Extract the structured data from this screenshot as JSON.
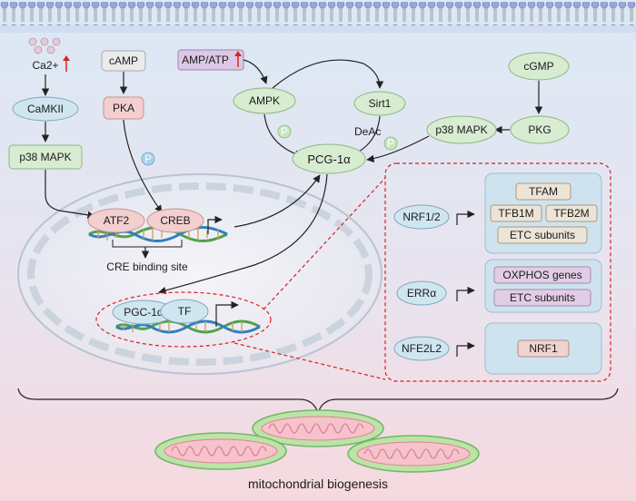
{
  "stimuli": {
    "ca": "Ca2+",
    "camp": "cAMP",
    "amp_atp": "AMP/ATP",
    "cgmp": "cGMP"
  },
  "kinases": {
    "camkii": "CaMKII",
    "pka": "PKA",
    "ampk": "AMPK",
    "sirt1": "Sirt1",
    "p38_left": "p38 MAPK",
    "p38_right": "p38 MAPK",
    "pkg": "PKG"
  },
  "modifications": {
    "phospho": "P",
    "deac": "DeAc"
  },
  "central": {
    "pcg1a": "PCG-1α"
  },
  "nucleus": {
    "atf2": "ATF2",
    "creb": "CREB",
    "cre_site": "CRE binding site",
    "pgc1a": "PGC-1α",
    "tf": "TF"
  },
  "targets": {
    "nrf12": "NRF1/2",
    "errA": "ERRα",
    "nfe2l2": "NFE2L2",
    "tfam": "TFAM",
    "tfb1m": "TFB1M",
    "tfb2m": "TFB2M",
    "etc1": "ETC subunits",
    "oxphos": "OXPHOS genes",
    "etc2": "ETC subunits",
    "nrf1": "NRF1"
  },
  "outcome": {
    "label": "mitochondrial biogenesis"
  },
  "colors": {
    "green_node": "#d9ecd4",
    "blue_node": "#cfe6f0",
    "pink_node": "#f3cfcf",
    "purple_node": "#dcc8e6",
    "tan_box": "#ece4d6",
    "dashed_red": "#d62020"
  }
}
